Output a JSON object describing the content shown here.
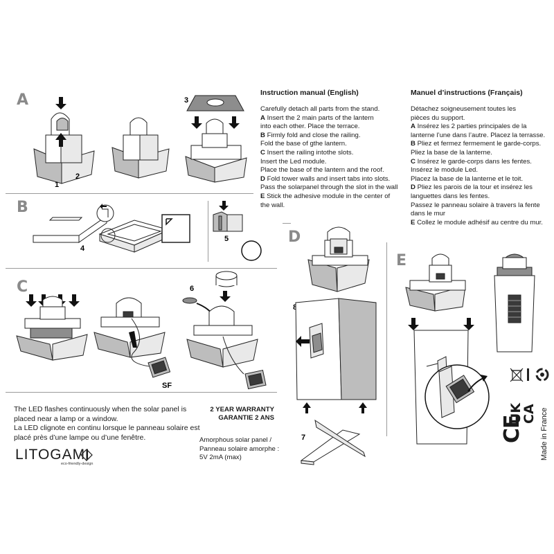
{
  "steps": {
    "A": "A",
    "B": "B",
    "C": "C",
    "D": "D",
    "E": "E",
    "n1": "1",
    "n2": "2",
    "n3": "3",
    "n4": "4",
    "n5": "5",
    "n6": "6",
    "n7": "7",
    "n8": "8",
    "sf": "SF"
  },
  "english": {
    "title": "Instruction manual (English)",
    "lines": [
      {
        "k": "",
        "t": "Carefully detach all parts from the stand."
      },
      {
        "k": "A",
        "t": " Insert the 2 main parts of the lantern"
      },
      {
        "k": "",
        "t": "into each other. Place the terrace."
      },
      {
        "k": "B",
        "t": " Firmly fold and close the railing."
      },
      {
        "k": "",
        "t": "Fold the base of gthe lantern."
      },
      {
        "k": "C",
        "t": " Insert the railing intothe slots."
      },
      {
        "k": "",
        "t": "Insert the Led module."
      },
      {
        "k": "",
        "t": "Place the base of the lantern and the roof."
      },
      {
        "k": "D",
        "t": " Fold tower walls and insert tabs into slots."
      },
      {
        "k": "",
        "t": "Pass the solarpanel through the slot in the wall"
      },
      {
        "k": "E",
        "t": " Stick the adhesive module in the center of"
      },
      {
        "k": "",
        "t": "the wall."
      }
    ]
  },
  "french": {
    "title": "Manuel d’instructions (Français)",
    "lines": [
      {
        "k": "",
        "t": "Détachez soigneusement toutes les"
      },
      {
        "k": "",
        "t": "pièces du support."
      },
      {
        "k": "A",
        "t": " Insérez les 2 parties principales de la"
      },
      {
        "k": "",
        "t": "lanterne l’une dans l’autre. Placez la terrasse."
      },
      {
        "k": "B",
        "t": " Pliez et fermez fermement le garde-corps."
      },
      {
        "k": "",
        "t": "Pliez la base de la lanterne."
      },
      {
        "k": "C",
        "t": " Insérez le garde-corps dans les fentes."
      },
      {
        "k": "",
        "t": "Insérez le module Led."
      },
      {
        "k": "",
        "t": "Placez la base de la lanterne et le toit."
      },
      {
        "k": "D",
        "t": " Pliez les parois de la tour et insérez les"
      },
      {
        "k": "",
        "t": "languettes dans les fentes."
      },
      {
        "k": "",
        "t": "Passez le panneau solaire à travers la fente"
      },
      {
        "k": "",
        "t": "dans le mur"
      },
      {
        "k": "E",
        "t": " Collez le module adhésif au centre du mur."
      }
    ]
  },
  "notes": {
    "en_1": "The LED flashes continuously when the solar panel is",
    "en_2": "placed near a lamp or a window.",
    "fr_1": "La LED clignote en continu lorsque le panneau solaire est",
    "fr_2": "placé près d’une lampe ou d’une fenêtre."
  },
  "warranty": {
    "en": "2 YEAR WARRANTY",
    "fr": "GARANTIE 2 ANS"
  },
  "solar": {
    "l1": "Amorphous solar panel /",
    "l2": "Panneau solaire amorphe :",
    "l3": "5V 2mA   (max)"
  },
  "brand": {
    "name": "LITOGAMI",
    "tagline": "eco-friendly-design"
  },
  "marks": {
    "ce": "CE",
    "ukca_1": "UK",
    "ukca_2": "CA",
    "made_in": "Made in France"
  }
}
